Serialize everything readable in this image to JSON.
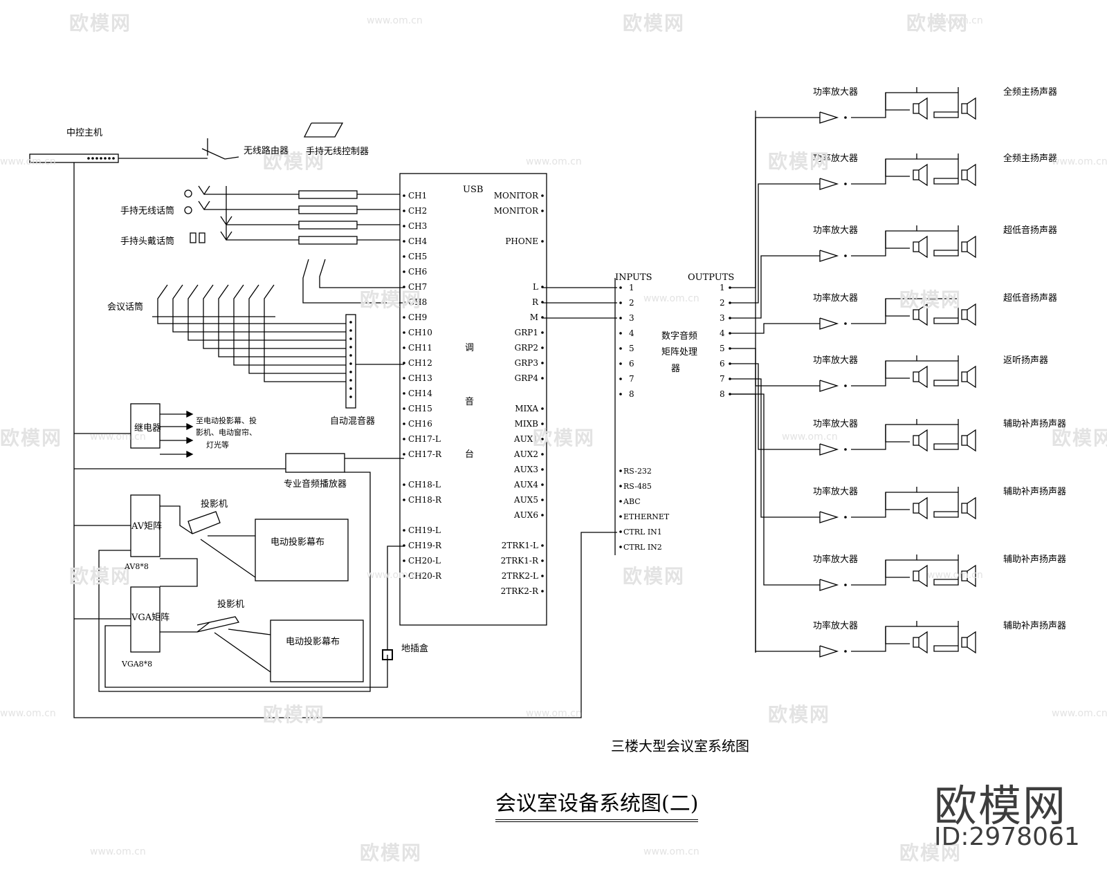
{
  "watermark": {
    "brand": "欧模网",
    "url": "www.om.cn"
  },
  "titles": {
    "system": "三楼大型会议室系统图",
    "main": "会议室设备系统图(二)"
  },
  "logo": {
    "brand": "欧模网",
    "id": "ID:2978061"
  },
  "devices": {
    "host": "中控主机",
    "router": "无线路由器",
    "wireless_panel": "手持无线控制器",
    "handheld_mic": "手持无线话筒",
    "headset_mic": "手持头戴话筒",
    "conf_mic": "会议话筒",
    "auto_mixer": "自动混音器",
    "relay": "继电器",
    "relay_targets": [
      "至电动投影幕、投",
      "影机、电动窗帘、",
      "灯光等"
    ],
    "player": "专业音频播放器",
    "av_matrix": "AV矩阵",
    "av_matrix_sub": "AV8*8",
    "vga_matrix": "VGA矩阵",
    "vga_matrix_sub": "VGA8*8",
    "projector1": "投影机",
    "projector2": "投影机",
    "screen1": "电动投影幕布",
    "screen2": "电动投影幕布",
    "floor_box": "地插盒",
    "mixer_name": [
      "调",
      "音",
      "台"
    ],
    "dsp_name": [
      "数字音频",
      "矩阵处理",
      "器"
    ]
  },
  "mixer": {
    "usb": "USB",
    "left": [
      "CH1",
      "CH2",
      "CH3",
      "CH4",
      "CH5",
      "CH6",
      "CH7",
      "CH8",
      "CH9",
      "CH10",
      "CH11",
      "CH12",
      "CH13",
      "CH14",
      "CH15",
      "CH16",
      "CH17-L",
      "CH17-R",
      "",
      "CH18-L",
      "CH18-R",
      "",
      "CH19-L",
      "CH19-R",
      "CH20-L",
      "CH20-R"
    ],
    "right": [
      "MONITOR",
      "MONITOR",
      "",
      "PHONE",
      "",
      "",
      "L",
      "R",
      "M",
      "GRP1",
      "GRP2",
      "GRP3",
      "GRP4",
      "",
      "MIXA",
      "MIXB",
      "AUX1",
      "AUX2",
      "AUX3",
      "AUX4",
      "AUX5",
      "AUX6",
      "",
      "2TRK1-L",
      "2TRK1-R",
      "2TRK2-L",
      "2TRK2-R"
    ]
  },
  "dsp": {
    "inputs_label": "INPUTS",
    "outputs_label": "OUTPUTS",
    "inputs": [
      "1",
      "2",
      "3",
      "4",
      "5",
      "6",
      "7",
      "8"
    ],
    "outputs": [
      "1",
      "2",
      "3",
      "4",
      "5",
      "6",
      "7",
      "8"
    ],
    "ports": [
      "RS-232",
      "RS-485",
      "ABC",
      "ETHERNET",
      "CTRL IN1",
      "CTRL IN2"
    ]
  },
  "amps": {
    "amp_label": "功率放大器",
    "speakers": [
      "全频主扬声器",
      "全频主扬声器",
      "超低音扬声器",
      "超低音扬声器",
      "返听扬声器",
      "辅助补声扬声器",
      "辅助补声扬声器",
      "辅助补声扬声器",
      "辅助补声扬声器"
    ]
  }
}
